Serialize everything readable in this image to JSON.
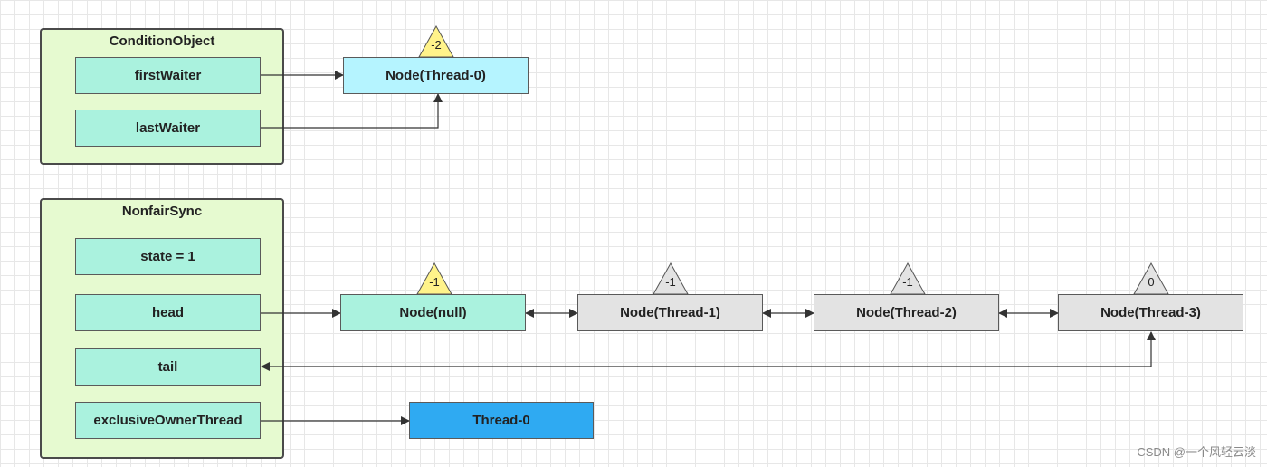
{
  "condition_object": {
    "title": "ConditionObject",
    "fields": [
      "firstWaiter",
      "lastWaiter"
    ]
  },
  "nonfair_sync": {
    "title": "NonfairSync",
    "fields": [
      "state = 1",
      "head",
      "tail",
      "exclusiveOwnerThread"
    ]
  },
  "nodes": {
    "thread0_waiter": {
      "label": "Node(Thread-0)",
      "status": "-2"
    },
    "null_node": {
      "label": "Node(null)",
      "status": "-1"
    },
    "thread1": {
      "label": "Node(Thread-1)",
      "status": "-1"
    },
    "thread2": {
      "label": "Node(Thread-2)",
      "status": "-1"
    },
    "thread3": {
      "label": "Node(Thread-3)",
      "status": "0"
    },
    "owner_thread": {
      "label": "Thread-0"
    }
  },
  "colors": {
    "group_bg": "#e6fad0",
    "field_bg": "#aaf2de",
    "waiter_node_bg": "#b5f4ff",
    "queue_head_bg": "#aaf2de",
    "queue_node_bg": "#e3e3e3",
    "owner_thread_bg": "#2faaf2",
    "status_active": "#fff38a",
    "status_inactive": "#e3e3e3"
  },
  "watermark": "CSDN @一个风轻云淡"
}
